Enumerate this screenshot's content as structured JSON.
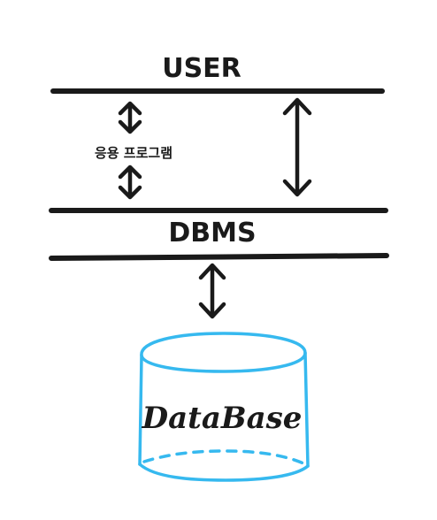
{
  "labels": {
    "user": "USER",
    "app_program": "응용 프로그램",
    "dbms": "DBMS",
    "database": "DataBase"
  },
  "colors": {
    "ink": "#1a1a1a",
    "database_outline": "#36b9ef"
  }
}
